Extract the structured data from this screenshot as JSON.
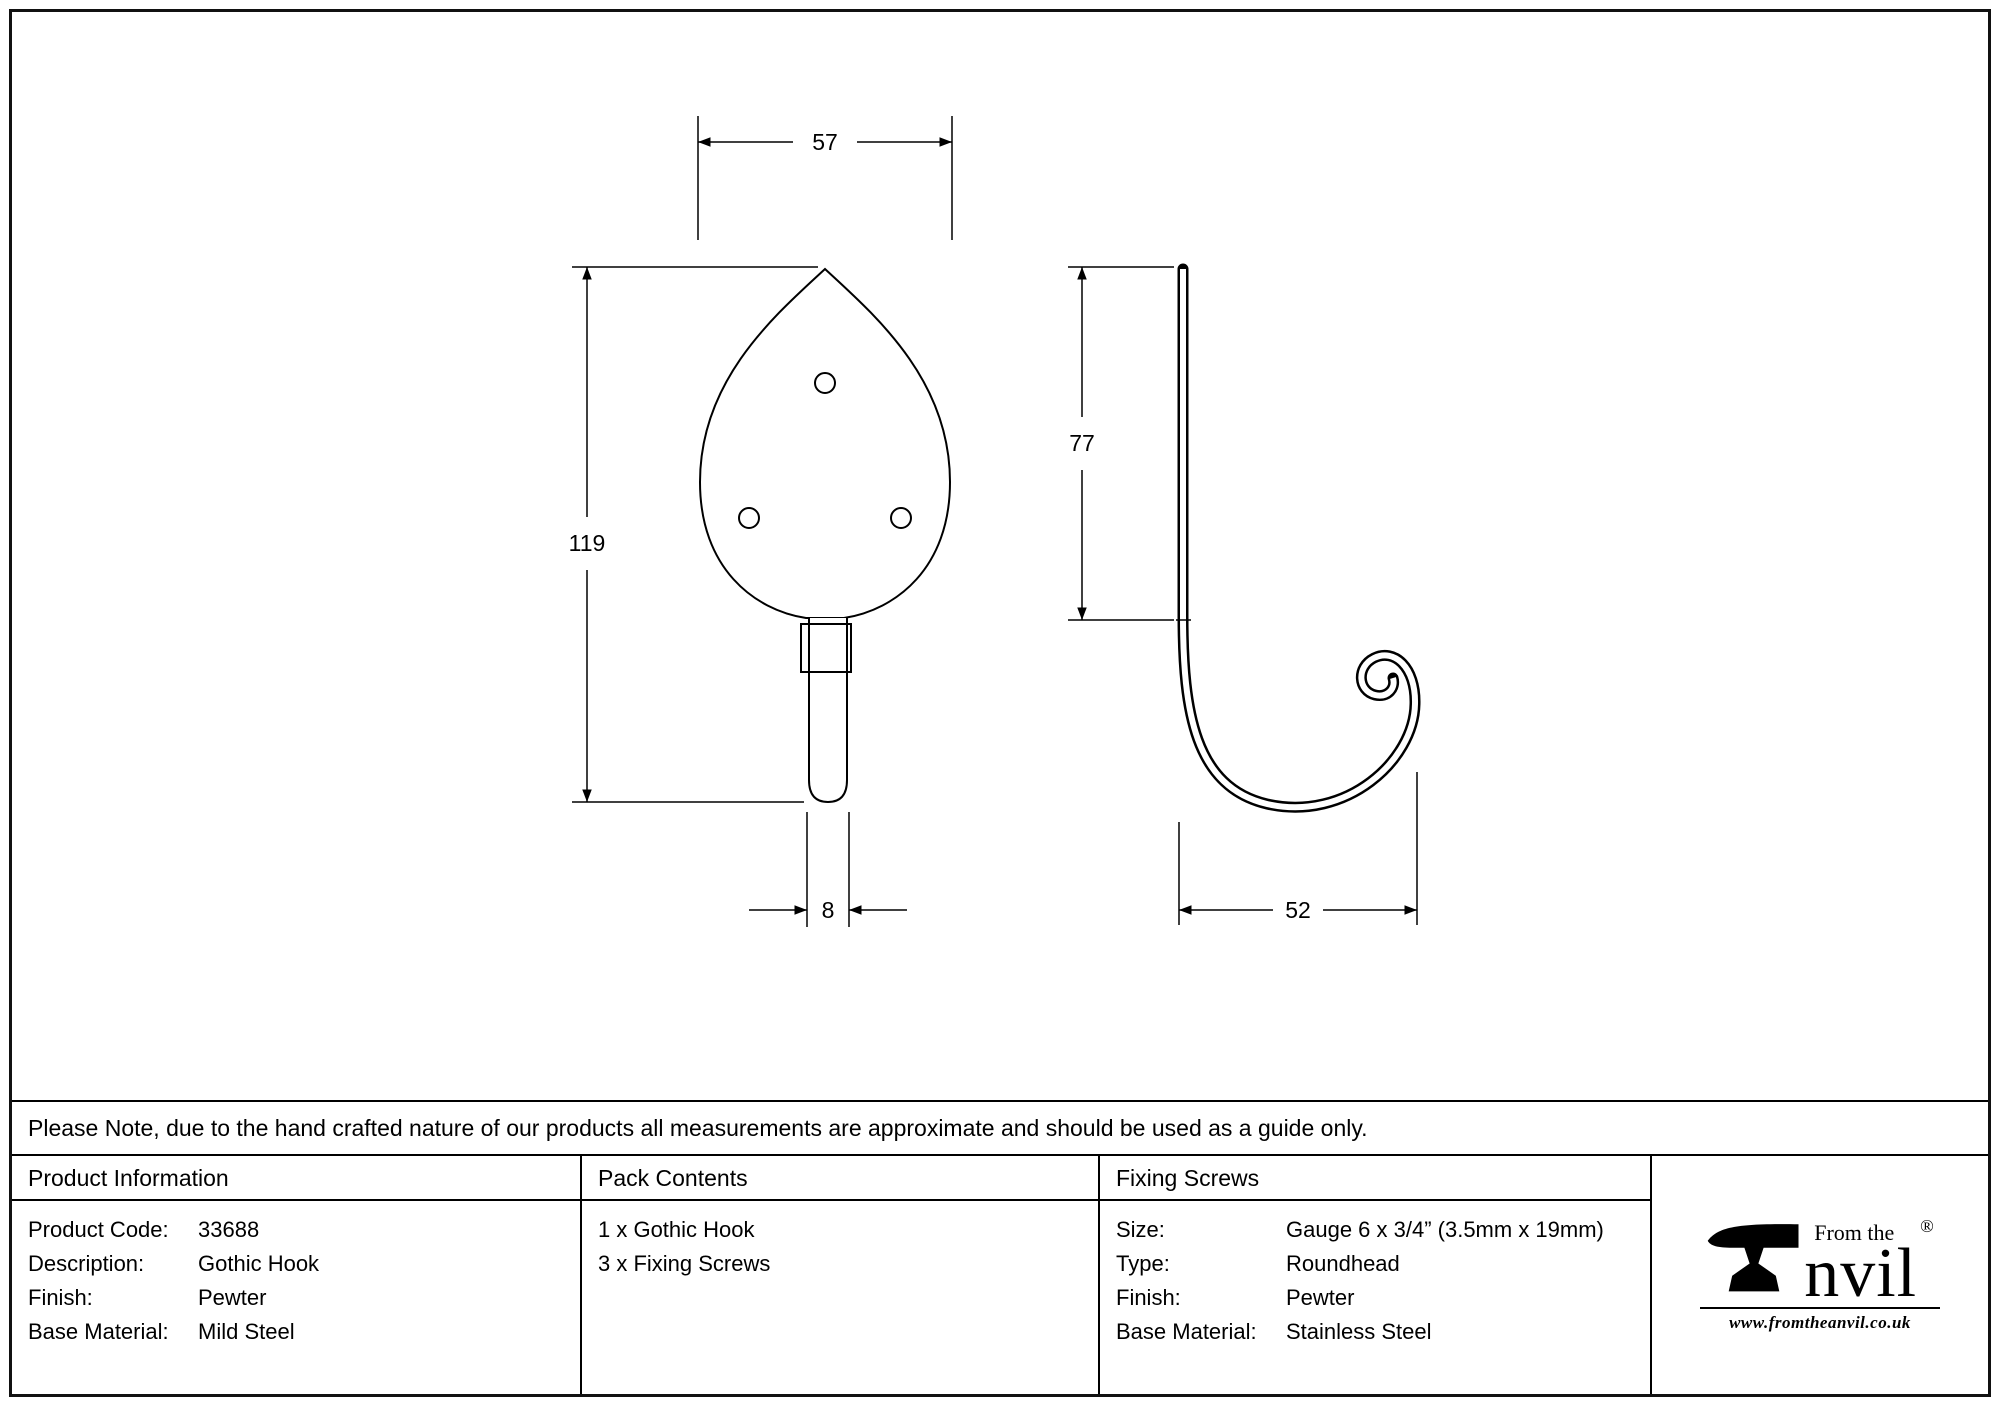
{
  "note": "Please Note, due to the hand crafted nature of our products all measurements are approximate and should be used as a guide only.",
  "drawing": {
    "front": {
      "width": "57",
      "height": "119",
      "stem_width": "8"
    },
    "side": {
      "height": "77",
      "depth": "52"
    }
  },
  "table": {
    "product_information": {
      "header": "Product Information",
      "rows": [
        {
          "label": "Product Code:",
          "value": "33688"
        },
        {
          "label": "Description:",
          "value": "Gothic Hook"
        },
        {
          "label": "Finish:",
          "value": "Pewter"
        },
        {
          "label": "Base Material:",
          "value": "Mild Steel"
        }
      ]
    },
    "pack_contents": {
      "header": "Pack Contents",
      "items": [
        "1 x Gothic Hook",
        "3 x Fixing Screws"
      ]
    },
    "fixing_screws": {
      "header": "Fixing Screws",
      "rows": [
        {
          "label": "Size:",
          "value": "Gauge 6 x 3/4” (3.5mm x 19mm)"
        },
        {
          "label": "Type:",
          "value": "Roundhead"
        },
        {
          "label": "Finish:",
          "value": "Pewter"
        },
        {
          "label": "Base Material:",
          "value": "Stainless Steel"
        }
      ]
    }
  },
  "logo": {
    "prefix": "From the",
    "name_rest": "nvil",
    "registered": "®",
    "url": "www.fromtheanvil.co.uk"
  }
}
